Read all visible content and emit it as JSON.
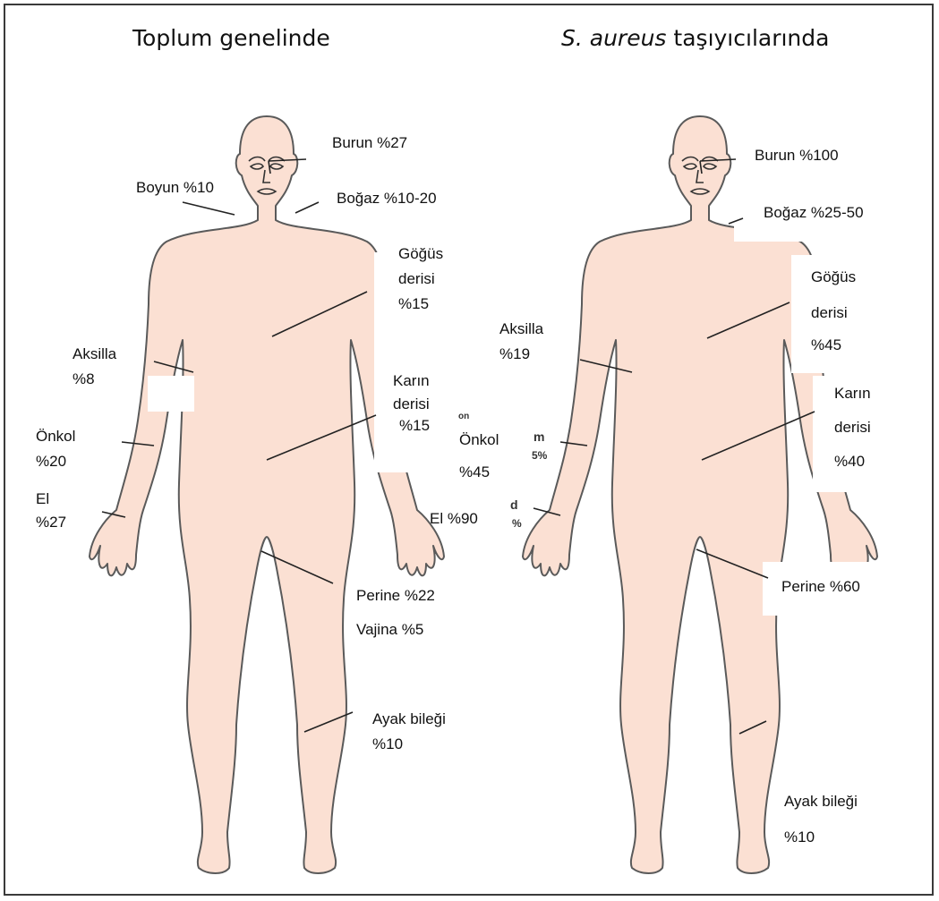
{
  "panels": [
    {
      "title": "Toplum genelinde",
      "labels": {
        "nose": "Burun %27",
        "neck": "Boyun %10",
        "throat": "Boğaz %10-20",
        "chest_1": "Göğüs",
        "chest_2": "derisi",
        "chest_3": "%15",
        "axilla_1": "Aksilla",
        "axilla_2": "%8",
        "abdomen_1": "Karın",
        "abdomen_2": "derisi",
        "abdomen_3": "%15",
        "forearm_1": "Önkol",
        "forearm_2": "%20",
        "hand_1": "El",
        "hand_2": "%27",
        "perineum": "Perine %22",
        "vagina": "Vajina %5",
        "ankle_1": "Ayak bileği",
        "ankle_2": "%10"
      }
    },
    {
      "title_italic": "S. aureus",
      "title_rest": " taşıyıcılarında",
      "labels": {
        "nose": "Burun %100",
        "throat": "Boğaz %25-50",
        "chest_1": "Göğüs",
        "chest_2": "derisi",
        "chest_3": "%45",
        "axilla_1": "Aksilla",
        "axilla_2": "%19",
        "abdomen_1": "Karın",
        "abdomen_2": "derisi",
        "abdomen_3": "%40",
        "forearm_1": "Önkol",
        "forearm_2": "%45",
        "hand": "El %90",
        "perineum": "Perine %60",
        "ankle_1": "Ayak bileği",
        "ankle_2": "%10"
      }
    }
  ],
  "colors": {
    "skin": "#fbe0d3",
    "outline": "#5a5a5a",
    "border": "#3a3a3a"
  }
}
